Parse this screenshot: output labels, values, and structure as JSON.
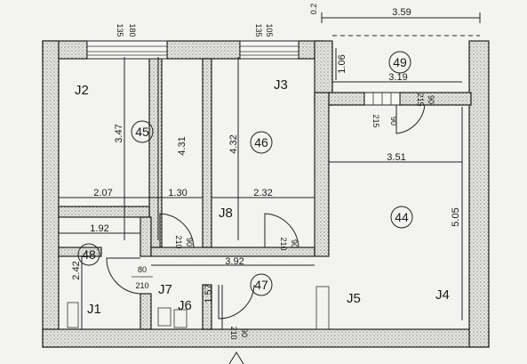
{
  "rooms": [
    {
      "id": "45",
      "circle": "45"
    },
    {
      "id": "46",
      "circle": "46"
    },
    {
      "id": "44",
      "circle": "44"
    },
    {
      "id": "47",
      "circle": "47"
    },
    {
      "id": "48",
      "circle": "48"
    },
    {
      "id": "49",
      "circle": "49"
    }
  ],
  "labels": {
    "j1": "J1",
    "j2": "J2",
    "j3": "J3",
    "j4": "J4",
    "j5": "J5",
    "j6": "J6",
    "j7": "J7",
    "j8": "J8"
  },
  "dimensions": {
    "d359": "3.59",
    "d319": "3.19",
    "d351": "3.51",
    "d347": "3.47",
    "d431": "4.31",
    "d432": "4.32",
    "d505": "5.05",
    "d207": "2.07",
    "d130": "1.30",
    "d232": "2.32",
    "d192": "1.92",
    "d242": "2.42",
    "d392": "3.92",
    "d157": "1.57",
    "d106": "1.06",
    "d02": "0.2"
  },
  "windows": {
    "w1_width": "135",
    "w1_height": "180",
    "w2_width": "135",
    "w2_height": "105",
    "w3_width": "90",
    "w3_height": "215",
    "w4_width": "90",
    "w4_height": "215"
  },
  "doors": {
    "d1_w": "90",
    "d1_h": "210",
    "d2_w": "90",
    "d2_h": "210",
    "d3_w": "80",
    "d3_h": "210",
    "d4_w": "90",
    "d4_h": "210"
  }
}
